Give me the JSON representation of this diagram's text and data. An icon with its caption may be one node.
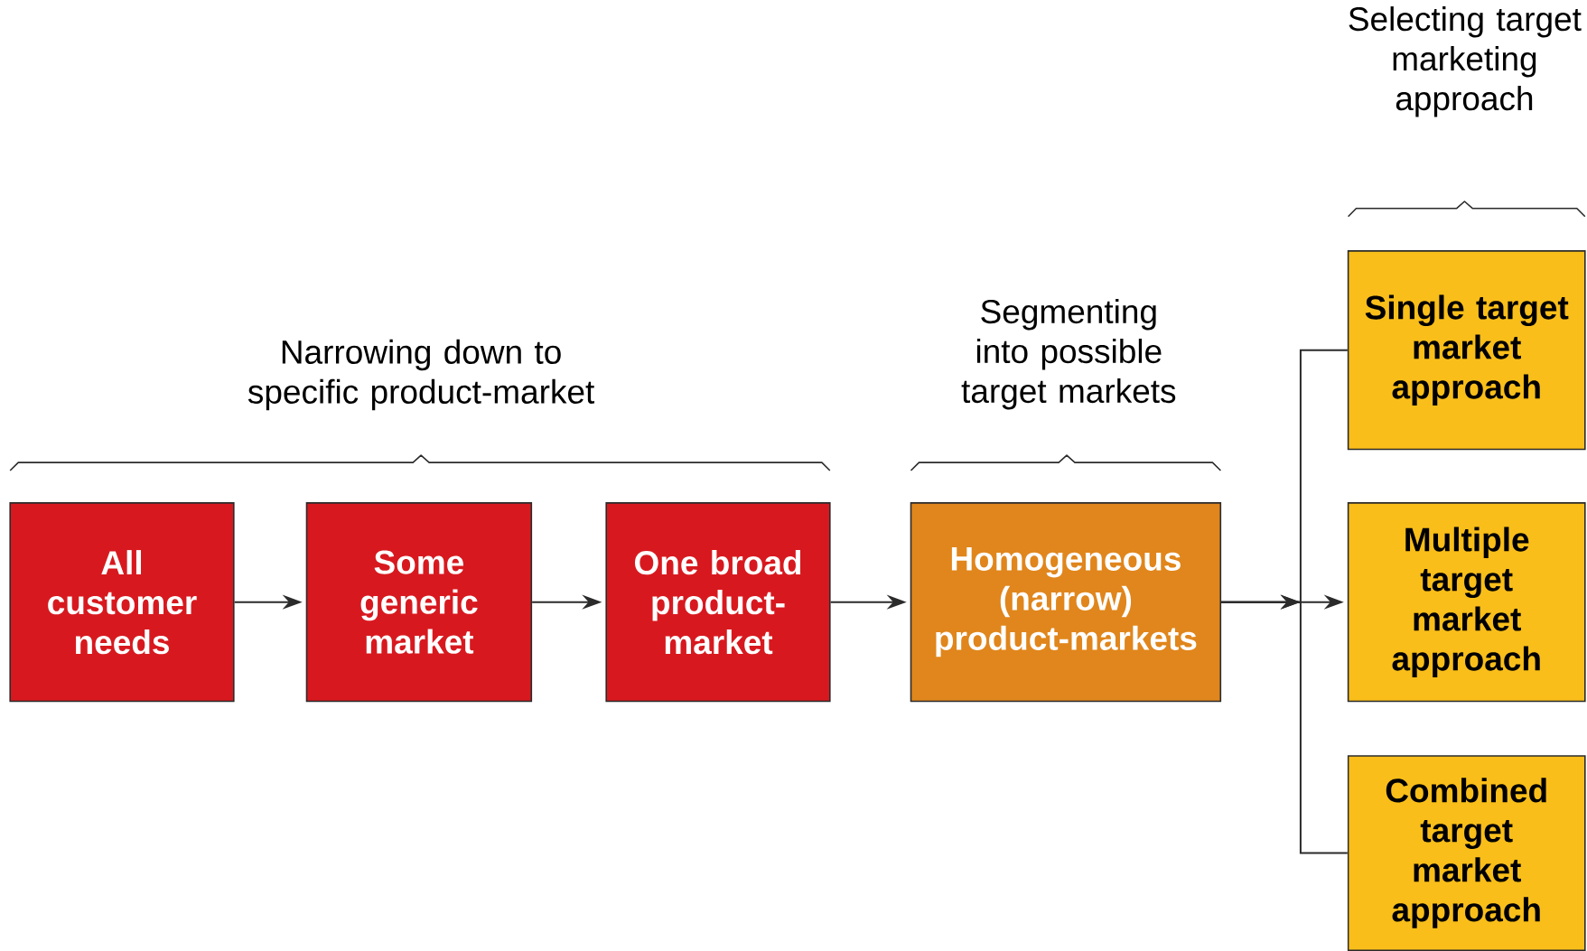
{
  "diagram": {
    "nodes": [
      {
        "text": [
          "All customer needs"
        ]
      },
      {
        "text": [
          "Some generic market"
        ]
      },
      {
        "text": [
          "One broad product-market"
        ]
      },
      {
        "text": [
          "Homogeneous (narrow) product-markets"
        ]
      },
      {
        "text": [
          "Single target market approach"
        ]
      },
      {
        "text": [
          "Multiple target market approach"
        ]
      },
      {
        "text": [
          "Combined target market approach"
        ]
      }
    ],
    "edges": [
      {
        "from": 0,
        "to": 1,
        "arrow": "to"
      },
      {
        "from": 1,
        "to": 2,
        "arrow": "to"
      },
      {
        "from": 2,
        "to": 3,
        "arrow": "to"
      },
      {
        "from": 3,
        "to": 4,
        "arrow": "to"
      },
      {
        "from": 3,
        "to": 5,
        "arrow": "to"
      },
      {
        "from": 3,
        "to": 6,
        "arrow": "to"
      }
    ],
    "labels": [
      "Selecting target marketing approach",
      "Narrowing down to specific product-market",
      "Segmenting into possible target markets"
    ]
  }
}
